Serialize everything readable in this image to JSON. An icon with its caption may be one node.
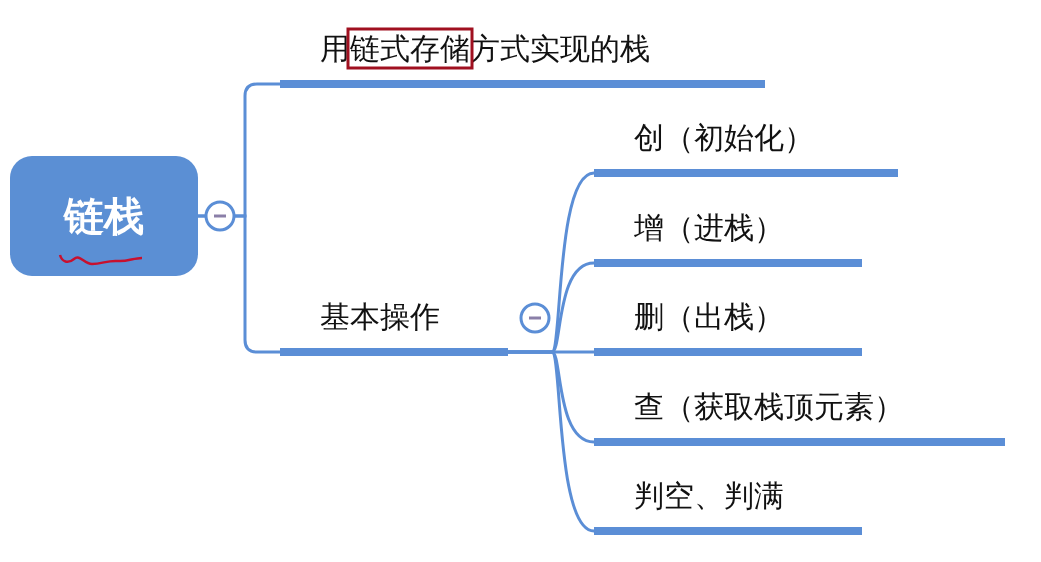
{
  "diagram": {
    "nodes": [
      {
        "text": [
          "链栈"
        ]
      },
      {
        "text": [
          "用链式存储方式实现的栈"
        ]
      },
      {
        "text": [
          "基本操作"
        ]
      },
      {
        "text": [
          "创（初始化）"
        ]
      },
      {
        "text": [
          "增（进栈）"
        ]
      },
      {
        "text": [
          "删（出栈）"
        ]
      },
      {
        "text": [
          "查（获取栈顶元素）"
        ]
      },
      {
        "text": [
          "判空、判满"
        ]
      }
    ],
    "edges": [
      {
        "from": 0,
        "to": 1,
        "arrow": "none"
      },
      {
        "from": 0,
        "to": 2,
        "arrow": "none"
      },
      {
        "from": 2,
        "to": 3,
        "arrow": "none"
      },
      {
        "from": 2,
        "to": 4,
        "arrow": "none"
      },
      {
        "from": 2,
        "to": 5,
        "arrow": "none"
      },
      {
        "from": 2,
        "to": 6,
        "arrow": "none"
      },
      {
        "from": 2,
        "to": 7,
        "arrow": "none"
      }
    ]
  }
}
